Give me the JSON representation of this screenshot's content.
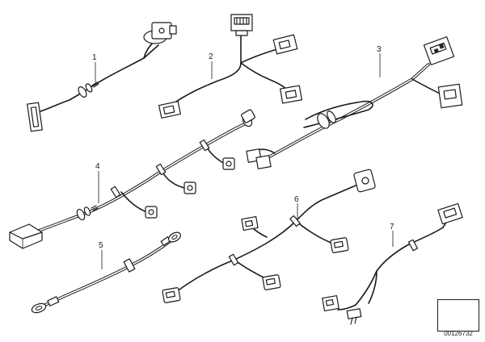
{
  "labels": [
    "1",
    "2",
    "3",
    "4",
    "5",
    "6",
    "7"
  ],
  "reference_code": "00126732"
}
